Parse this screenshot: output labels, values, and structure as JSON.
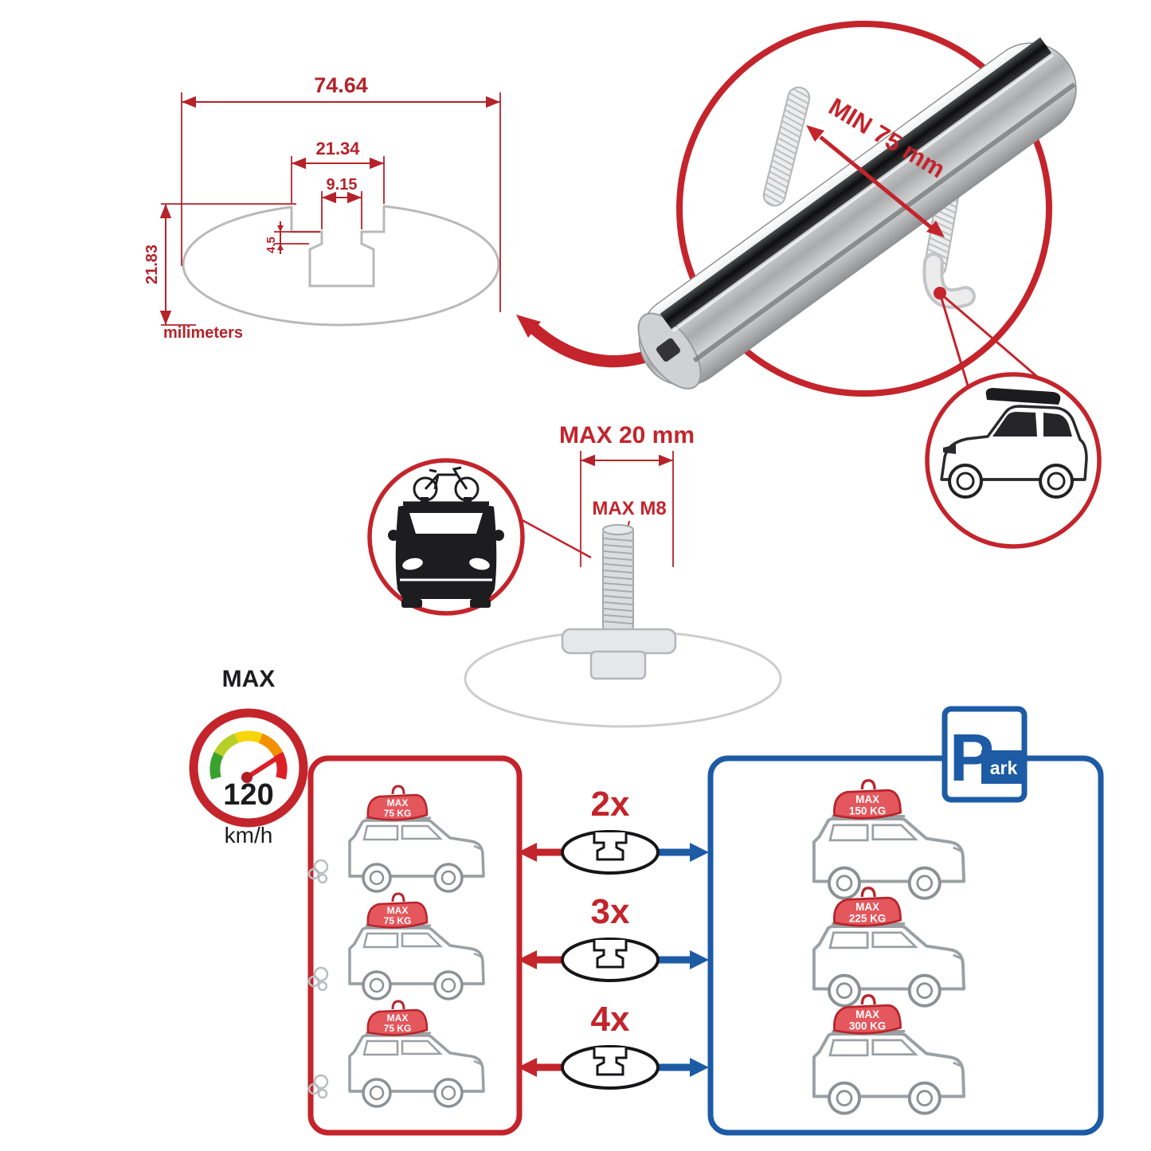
{
  "colors": {
    "accent_red": "#c4242b",
    "accent_blue": "#1d5ba5",
    "dim_red": "#b5232a",
    "line_gray": "#b9b9b9"
  },
  "profile_dims": {
    "total_width": "74.64",
    "channel_width": "21.34",
    "slot_width": "9.15",
    "lip_depth": "4.5",
    "height": "21.83",
    "units": "milimeters"
  },
  "bar_callout": {
    "min_clearance": "MIN 75 mm"
  },
  "bolt_callout": {
    "max_width": "MAX 20 mm",
    "max_thread": "MAX M8"
  },
  "speed_limit": {
    "label": "MAX",
    "value": "120",
    "units": "km/h"
  },
  "park_sign": {
    "letter": "P",
    "suffix": "ark"
  },
  "capacity": {
    "bar_counts": [
      "2x",
      "3x",
      "4x"
    ],
    "red_column": [
      {
        "label": "MAX",
        "value": "75 KG"
      },
      {
        "label": "MAX",
        "value": "75 KG"
      },
      {
        "label": "MAX",
        "value": "75 KG"
      }
    ],
    "blue_column": [
      {
        "label": "MAX",
        "value": "150 KG"
      },
      {
        "label": "MAX",
        "value": "225 KG"
      },
      {
        "label": "MAX",
        "value": "300 KG"
      }
    ]
  }
}
